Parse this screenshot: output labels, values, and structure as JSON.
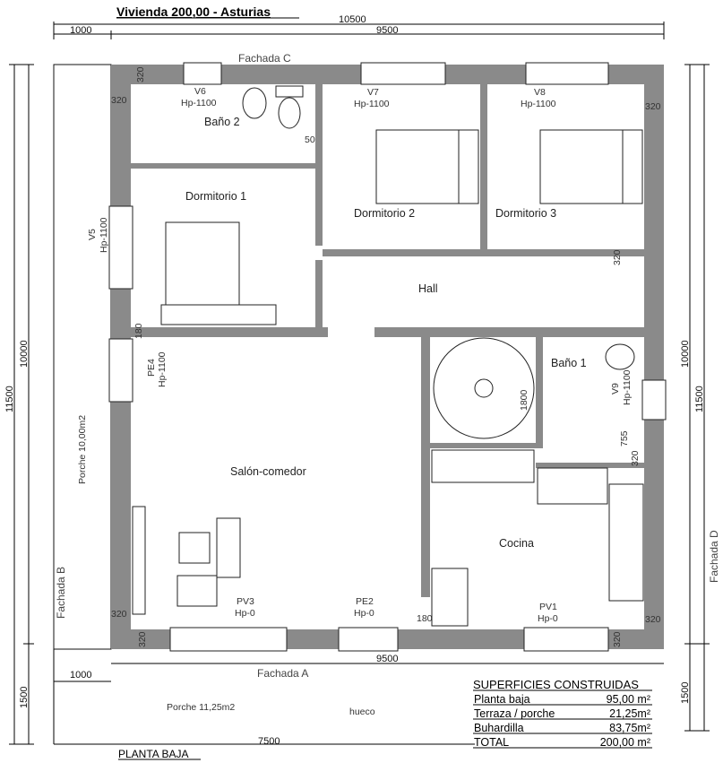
{
  "title": "Vivienda 200,00 - Asturias",
  "footer_title": "PLANTA BAJA",
  "facades": {
    "a": "Fachada A",
    "b": "Fachada B",
    "c": "Fachada C",
    "d": "Fachada D"
  },
  "rooms": {
    "bano2": "Baño 2",
    "dormitorio1": "Dormitorio 1",
    "dormitorio2": "Dormitorio 2",
    "dormitorio3": "Dormitorio 3",
    "hall": "Hall",
    "bano1": "Baño 1",
    "salon": "Salón-comedor",
    "cocina": "Cocina",
    "porche_lateral": "Porche 10,00m2",
    "porche_frontal": "Porche 11,25m2",
    "hueco": "hueco"
  },
  "openings": {
    "v6": "V6",
    "v6_h": "Hp-1100",
    "v7": "V7",
    "v7_h": "Hp-1100",
    "v8": "V8",
    "v8_h": "Hp-1100",
    "v5": "V5",
    "v5_h": "Hp-1100",
    "v9": "V9",
    "v9_h": "Hp-1100",
    "pe4": "PE4",
    "pe4_h": "Hp-1100",
    "pv3": "PV3",
    "pv3_h": "Hp-0",
    "pe2": "PE2",
    "pe2_h": "Hp-0",
    "pv1": "PV1",
    "pv1_h": "Hp-0"
  },
  "dimensions": {
    "total_width": "10500",
    "porch_width": "1000",
    "house_width": "9500",
    "bottom_house_width": "9500",
    "bottom_porch": "1000",
    "bottom_total": "7500",
    "left_total": "11500",
    "left_house": "10000",
    "left_porch": "1500",
    "right_total": "11500",
    "right_house": "10000",
    "right_porch": "1500",
    "wall": "320",
    "d50": "50",
    "d180": "180",
    "d1800": "1800",
    "d755": "755"
  },
  "surfaces": {
    "heading": "SUPERFICIES CONSTRUIDAS",
    "rows": [
      {
        "label": "Planta baja",
        "value": "95,00 m²"
      },
      {
        "label": "Terraza / porche",
        "value": "21,25m²"
      },
      {
        "label": "Buhardilla",
        "value": "83,75m²"
      },
      {
        "label": "TOTAL",
        "value": "200,00 m²"
      }
    ]
  }
}
